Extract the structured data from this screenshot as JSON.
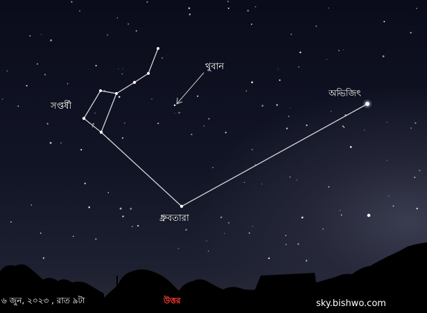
{
  "labels": {
    "saptarshi": "সপ্তর্ষী",
    "thuban": "থুবান",
    "vega": "অভিজিৎ",
    "polaris": "ধ্রুবতারা"
  },
  "footer": {
    "date_time": "৬ জুন, ২০২৩ , রাত ৯টা",
    "direction": "উত্তর",
    "watermark": "sky.bishwo.com"
  },
  "colors": {
    "line": "#d8d8d8",
    "direction": "#ff3b30",
    "star": "#ffffff"
  }
}
